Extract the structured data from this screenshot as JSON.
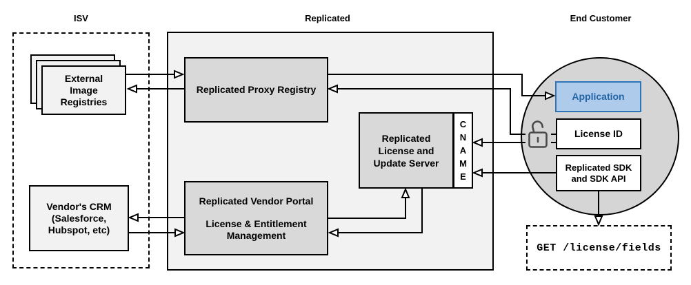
{
  "titles": {
    "isv": "ISV",
    "replicated": "Replicated",
    "end_customer": "End Customer"
  },
  "isv": {
    "external_registries": {
      "lines": [
        "External",
        "Image",
        "Registries"
      ]
    },
    "vendor_crm": {
      "lines": [
        "Vendor's CRM",
        "(Salesforce,",
        "Hubspot, etc)"
      ]
    }
  },
  "replicated": {
    "proxy_registry": {
      "label": "Replicated Proxy Registry"
    },
    "license_update_server": {
      "lines": [
        "Replicated",
        "License and",
        "Update Server"
      ]
    },
    "cname": {
      "letters": [
        "C",
        "N",
        "A",
        "M",
        "E"
      ]
    },
    "vendor_portal": {
      "line1": "Replicated Vendor Portal",
      "line2": "License & Entitlement",
      "line3": "Management"
    }
  },
  "end_customer": {
    "application": {
      "label": "Application"
    },
    "license_id": {
      "label": "License ID"
    },
    "sdk": {
      "lines": [
        "Replicated SDK",
        "and SDK API"
      ]
    },
    "get_request": {
      "label": "GET /license/fields"
    }
  },
  "icons": {
    "padlock": "unlocked-padlock-icon"
  },
  "colors": {
    "zone_fill": "#F2F2F2",
    "component_fill": "#D9D9D9",
    "circle_fill": "#D5D5D5",
    "app_fill": "#AECBEB",
    "app_border": "#2E75B6",
    "app_text": "#2266A8",
    "line": "#000000",
    "padlock": "#4A4A4A"
  }
}
